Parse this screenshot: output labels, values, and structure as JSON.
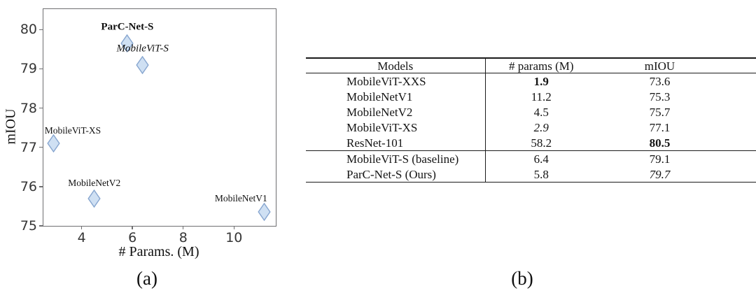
{
  "figure": {
    "caption_a": "(a)",
    "caption_b": "(b)"
  },
  "chart_data": {
    "type": "scatter",
    "title": "",
    "xlabel": "# Params. (M)",
    "ylabel": "mIOU",
    "xlim": [
      2.48,
      11.66
    ],
    "ylim": [
      75,
      80.52
    ],
    "x_ticks": [
      "4",
      "6",
      "8",
      "10"
    ],
    "y_ticks": [
      "75",
      "76",
      "77",
      "78",
      "79",
      "80"
    ],
    "grid": "off",
    "legend": "none",
    "marker": {
      "shape": "diamond",
      "fill": "#cfe0f3",
      "stroke": "#86a5cf"
    },
    "points": [
      {
        "label": "ParC-Net-S",
        "x": 5.8,
        "y": 79.65,
        "style": "bold",
        "label_align": "center"
      },
      {
        "label": "MobileViT-S",
        "x": 6.4,
        "y": 79.1,
        "style": "italic",
        "label_align": "center"
      },
      {
        "label": "MobileViT-XS",
        "x": 2.9,
        "y": 77.1,
        "style": "normal",
        "label_align": "left"
      },
      {
        "label": "MobileNetV2",
        "x": 4.5,
        "y": 75.7,
        "style": "normal",
        "label_align": "center"
      },
      {
        "label": "MobileNetV1",
        "x": 11.2,
        "y": 75.35,
        "style": "normal",
        "label_align": "right"
      }
    ]
  },
  "table": {
    "headers": [
      "Models",
      "# params (M)",
      "mIOU"
    ],
    "group_break_after": 4,
    "rows": [
      {
        "model": "MobileViT-XXS",
        "params": "1.9",
        "params_style": "bold",
        "miou": "73.6",
        "miou_style": "normal"
      },
      {
        "model": "MobileNetV1",
        "params": "11.2",
        "params_style": "normal",
        "miou": "75.3",
        "miou_style": "normal"
      },
      {
        "model": "MobileNetV2",
        "params": "4.5",
        "params_style": "normal",
        "miou": "75.7",
        "miou_style": "normal"
      },
      {
        "model": "MobileViT-XS",
        "params": "2.9",
        "params_style": "italic",
        "miou": "77.1",
        "miou_style": "normal"
      },
      {
        "model": "ResNet-101",
        "params": "58.2",
        "params_style": "normal",
        "miou": "80.5",
        "miou_style": "bold"
      },
      {
        "model": "MobileViT-S (baseline)",
        "params": "6.4",
        "params_style": "normal",
        "miou": "79.1",
        "miou_style": "normal"
      },
      {
        "model": "ParC-Net-S (Ours)",
        "params": "5.8",
        "params_style": "normal",
        "miou": "79.7",
        "miou_style": "italic"
      }
    ]
  }
}
